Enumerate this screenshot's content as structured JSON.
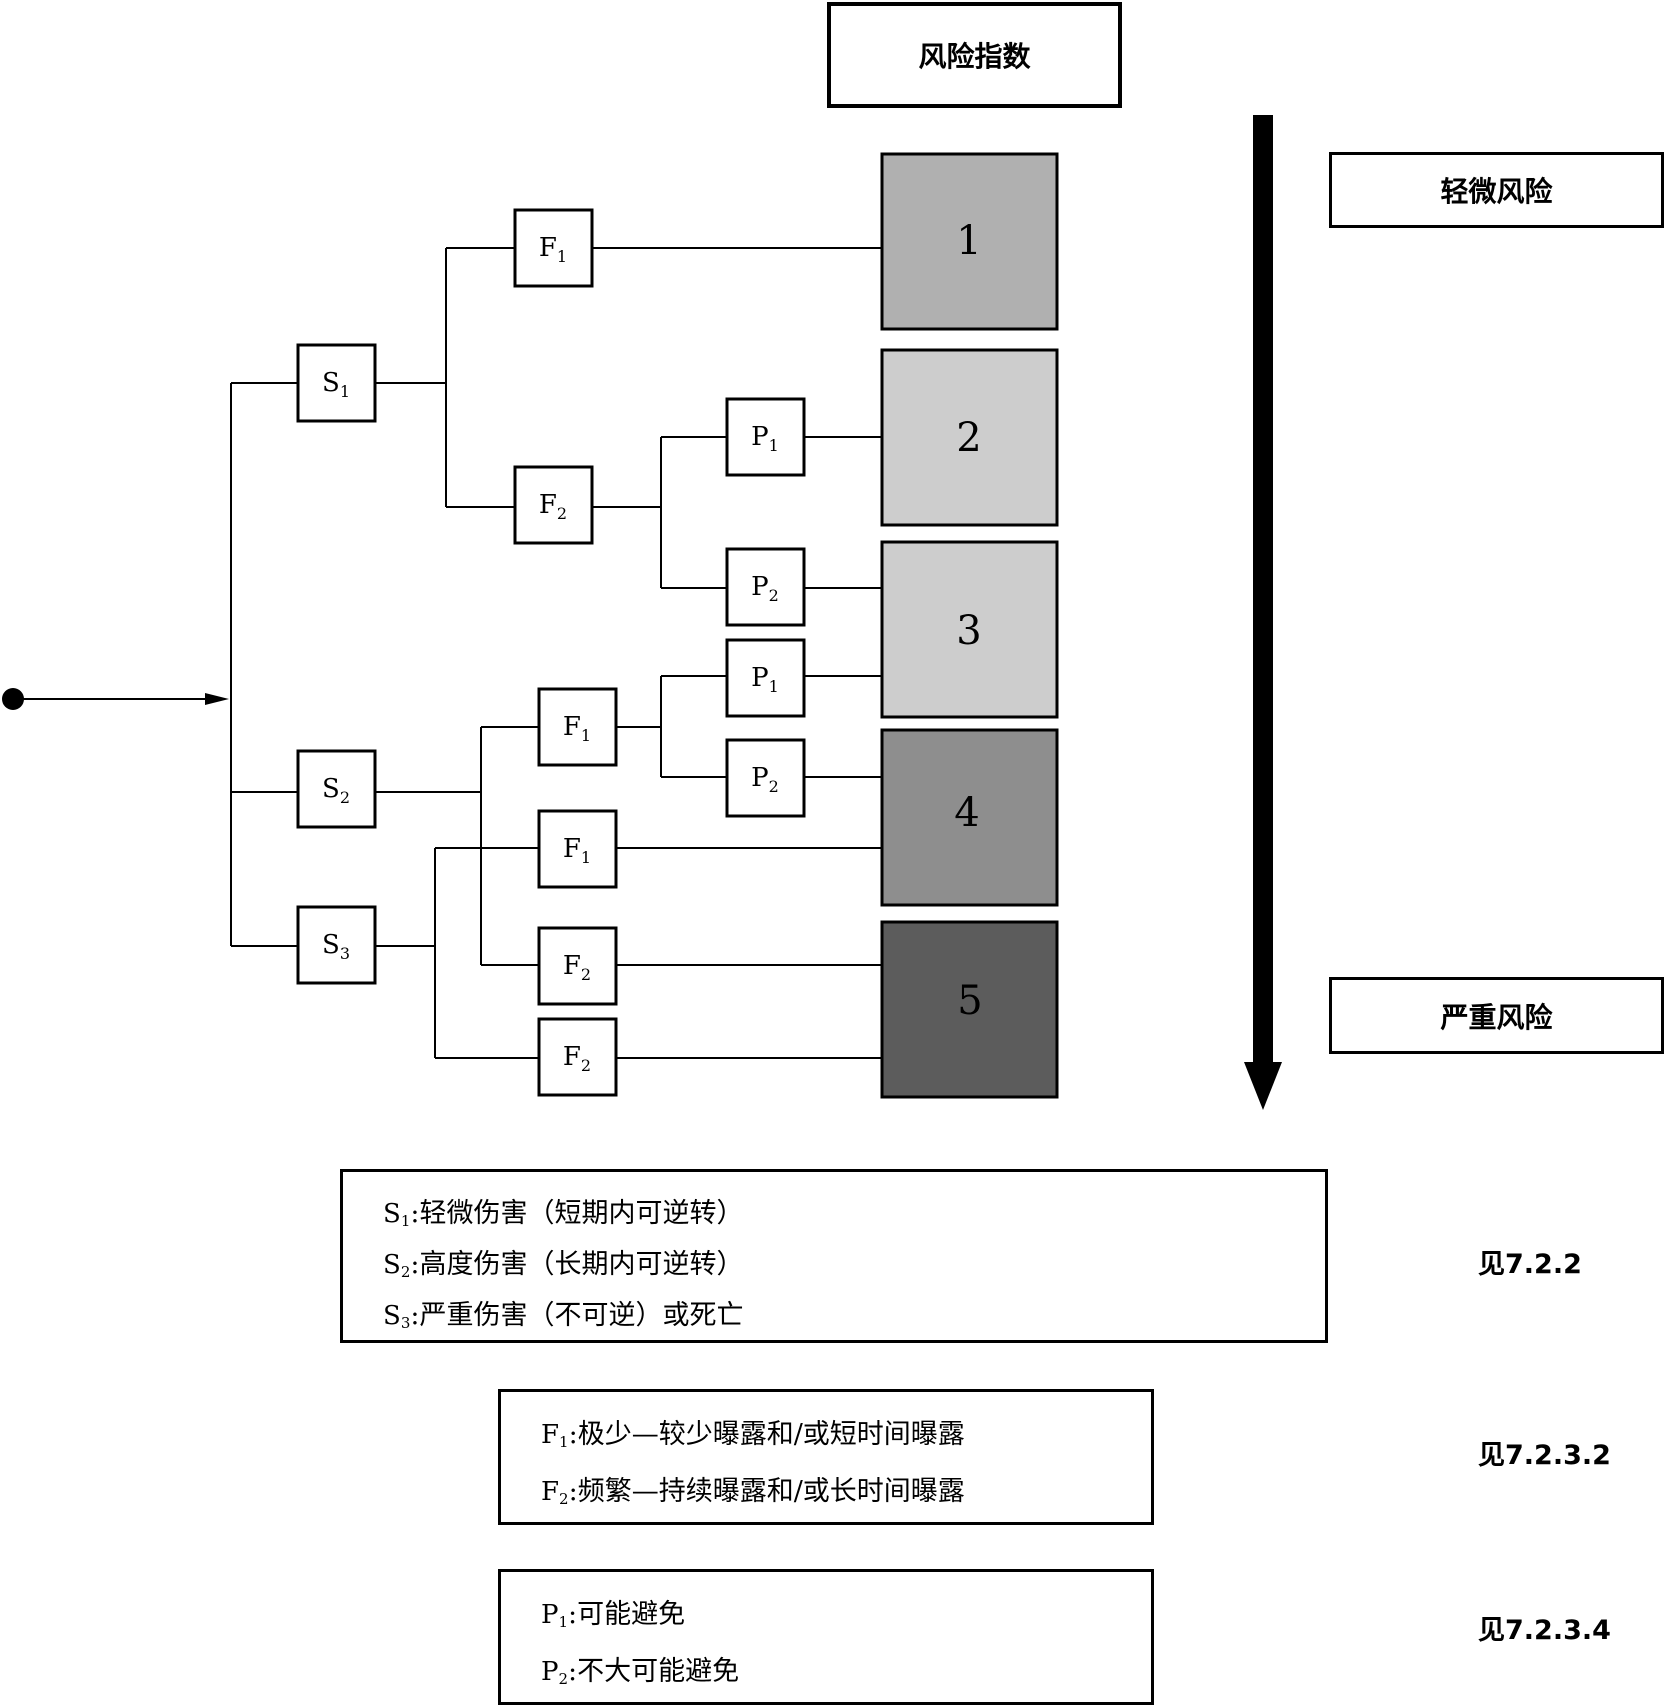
{
  "header": {
    "title": "风险指数"
  },
  "scale": {
    "low_label": "轻微风险",
    "high_label": "严重风险"
  },
  "nodes": {
    "s1": {
      "letter": "S",
      "sub": "1"
    },
    "s2": {
      "letter": "S",
      "sub": "2"
    },
    "s3": {
      "letter": "S",
      "sub": "3"
    },
    "s1_f1": {
      "letter": "F",
      "sub": "1"
    },
    "s1_f2": {
      "letter": "F",
      "sub": "2"
    },
    "s1_f2_p1": {
      "letter": "P",
      "sub": "1"
    },
    "s1_f2_p2": {
      "letter": "P",
      "sub": "2"
    },
    "s2_f1": {
      "letter": "F",
      "sub": "1"
    },
    "s2_f1_p1": {
      "letter": "P",
      "sub": "1"
    },
    "s2_f1_p2": {
      "letter": "P",
      "sub": "2"
    },
    "s3_f1": {
      "letter": "F",
      "sub": "1"
    },
    "s2_f2": {
      "letter": "F",
      "sub": "2"
    },
    "s3_f2": {
      "letter": "F",
      "sub": "2"
    }
  },
  "risk_levels": [
    {
      "label": "1",
      "color": "#b0b0b0"
    },
    {
      "label": "2",
      "color": "#cdcdcd"
    },
    {
      "label": "3",
      "color": "#cdcdcd"
    },
    {
      "label": "4",
      "color": "#8e8e8e"
    },
    {
      "label": "5",
      "color": "#5c5c5c"
    }
  ],
  "legend_s": {
    "rows": [
      {
        "sym": "S",
        "sub": "1",
        "text": ":轻微伤害（短期内可逆转）"
      },
      {
        "sym": "S",
        "sub": "2",
        "text": ":高度伤害（长期内可逆转）"
      },
      {
        "sym": "S",
        "sub": "3",
        "text": ":严重伤害（不可逆）或死亡"
      }
    ],
    "ref": "见7.2.2"
  },
  "legend_f": {
    "rows": [
      {
        "sym": "F",
        "sub": "1",
        "text": ":极少—较少曝露和/或短时间曝露"
      },
      {
        "sym": "F",
        "sub": "2",
        "text": ":频繁—持续曝露和/或长时间曝露"
      }
    ],
    "ref": "见7.2.3.2"
  },
  "legend_p": {
    "rows": [
      {
        "sym": "P",
        "sub": "1",
        "text": ":可能避免"
      },
      {
        "sym": "P",
        "sub": "2",
        "text": ":不大可能避免"
      }
    ],
    "ref": "见7.2.3.4"
  }
}
